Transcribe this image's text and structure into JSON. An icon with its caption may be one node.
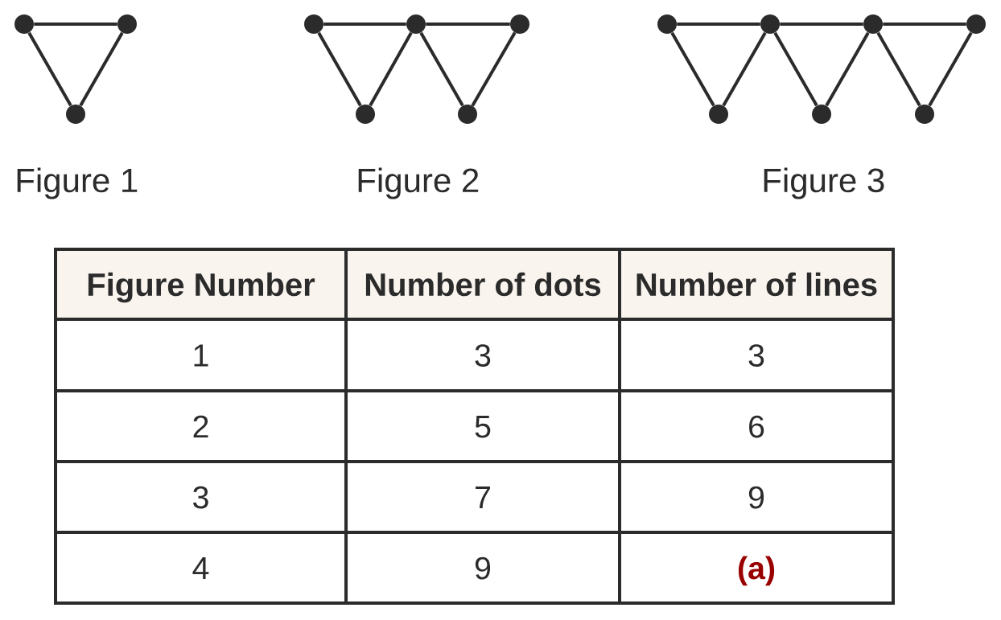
{
  "diagram": {
    "nodes": [
      {
        "text": [],
        "shape": "circle"
      },
      {
        "text": [],
        "shape": "circle"
      },
      {
        "text": [],
        "shape": "circle"
      },
      {
        "text": [],
        "shape": "circle"
      },
      {
        "text": [],
        "shape": "circle"
      },
      {
        "text": [],
        "shape": "circle"
      },
      {
        "text": [],
        "shape": "circle"
      },
      {
        "text": [],
        "shape": "circle"
      },
      {
        "text": [],
        "shape": "circle"
      },
      {
        "text": [],
        "shape": "circle"
      },
      {
        "text": [],
        "shape": "circle"
      },
      {
        "text": [],
        "shape": "circle"
      },
      {
        "text": [],
        "shape": "circle"
      },
      {
        "text": [],
        "shape": "circle"
      },
      {
        "text": [],
        "shape": "circle"
      }
    ],
    "edges": [
      {
        "from": 0,
        "to": 1,
        "arrow": "none"
      },
      {
        "from": 0,
        "to": 2,
        "arrow": "none"
      },
      {
        "from": 1,
        "to": 2,
        "arrow": "none"
      },
      {
        "from": 3,
        "to": 4,
        "arrow": "none"
      },
      {
        "from": 4,
        "to": 5,
        "arrow": "none"
      },
      {
        "from": 3,
        "to": 6,
        "arrow": "none"
      },
      {
        "from": 6,
        "to": 4,
        "arrow": "none"
      },
      {
        "from": 4,
        "to": 7,
        "arrow": "none"
      },
      {
        "from": 7,
        "to": 5,
        "arrow": "none"
      },
      {
        "from": 8,
        "to": 9,
        "arrow": "none"
      },
      {
        "from": 9,
        "to": 10,
        "arrow": "none"
      },
      {
        "from": 10,
        "to": 11,
        "arrow": "none"
      },
      {
        "from": 8,
        "to": 12,
        "arrow": "none"
      },
      {
        "from": 12,
        "to": 9,
        "arrow": "none"
      },
      {
        "from": 9,
        "to": 13,
        "arrow": "none"
      },
      {
        "from": 13,
        "to": 10,
        "arrow": "none"
      },
      {
        "from": 10,
        "to": 14,
        "arrow": "none"
      },
      {
        "from": 14,
        "to": 11,
        "arrow": "none"
      }
    ],
    "labels": [
      "Figure 1",
      "Figure 2",
      "Figure 3",
      "Figure Number",
      "Number of dots",
      "Number of lines",
      "1",
      "3",
      "3",
      "2",
      "5",
      "6",
      "3",
      "7",
      "9",
      "4",
      "9",
      "(a)"
    ]
  }
}
